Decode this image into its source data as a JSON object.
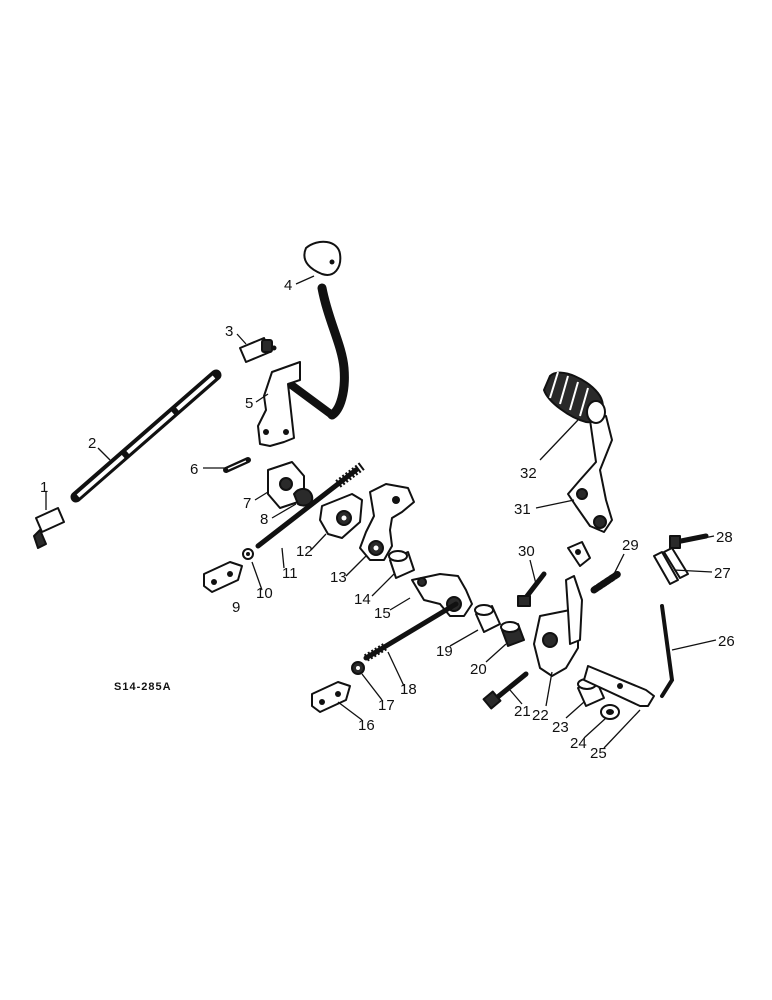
{
  "diagram": {
    "reference_code": "S14-285A",
    "parts": [
      {
        "number": "1"
      },
      {
        "number": "2"
      },
      {
        "number": "3"
      },
      {
        "number": "4"
      },
      {
        "number": "5"
      },
      {
        "number": "6"
      },
      {
        "number": "7"
      },
      {
        "number": "8"
      },
      {
        "number": "9"
      },
      {
        "number": "10"
      },
      {
        "number": "11"
      },
      {
        "number": "12"
      },
      {
        "number": "13"
      },
      {
        "number": "14"
      },
      {
        "number": "15"
      },
      {
        "number": "16"
      },
      {
        "number": "17"
      },
      {
        "number": "18"
      },
      {
        "number": "19"
      },
      {
        "number": "20"
      },
      {
        "number": "21"
      },
      {
        "number": "22"
      },
      {
        "number": "23"
      },
      {
        "number": "24"
      },
      {
        "number": "25"
      },
      {
        "number": "26"
      },
      {
        "number": "27"
      },
      {
        "number": "28"
      },
      {
        "number": "29"
      },
      {
        "number": "30"
      },
      {
        "number": "31"
      },
      {
        "number": "32"
      }
    ]
  }
}
